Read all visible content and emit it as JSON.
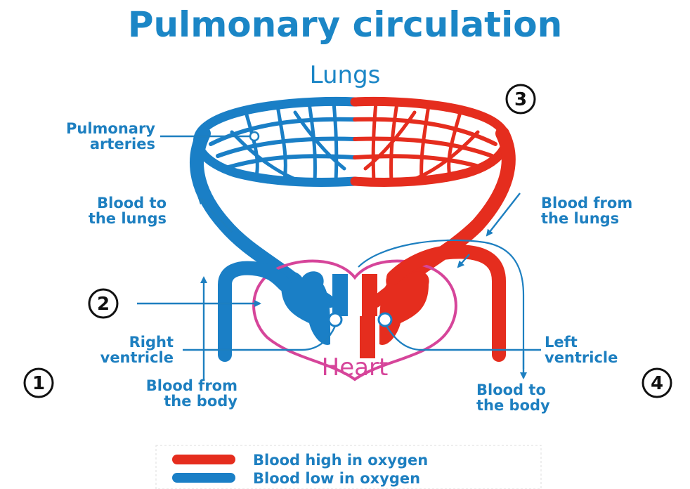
{
  "title": "Pulmonary circulation",
  "organs": {
    "lungs": "Lungs",
    "heart": "Heart"
  },
  "labels": {
    "pulmonary_arteries": [
      "Pulmonary",
      "arteries"
    ],
    "blood_to_lungs": [
      "Blood to",
      "the lungs"
    ],
    "blood_from_lungs": [
      "Blood from",
      "the lungs"
    ],
    "right_ventricle": [
      "Right",
      "ventricle"
    ],
    "left_ventricle": [
      "Left",
      "ventricle"
    ],
    "blood_from_body": [
      "Blood from",
      "the body"
    ],
    "blood_to_body": [
      "Blood to",
      "the body"
    ]
  },
  "markers": [
    "1",
    "2",
    "3",
    "4"
  ],
  "legend": [
    {
      "label": "Blood high in oxygen",
      "color": "#e52d1e"
    },
    {
      "label": "Blood low in oxygen",
      "color": "#1a7fc6"
    }
  ],
  "colors": {
    "blue": "#1a7fc6",
    "red": "#e52d1e",
    "heart_outline": "#d6459a",
    "text": "#1d7fc0",
    "title": "#1b86c6"
  }
}
